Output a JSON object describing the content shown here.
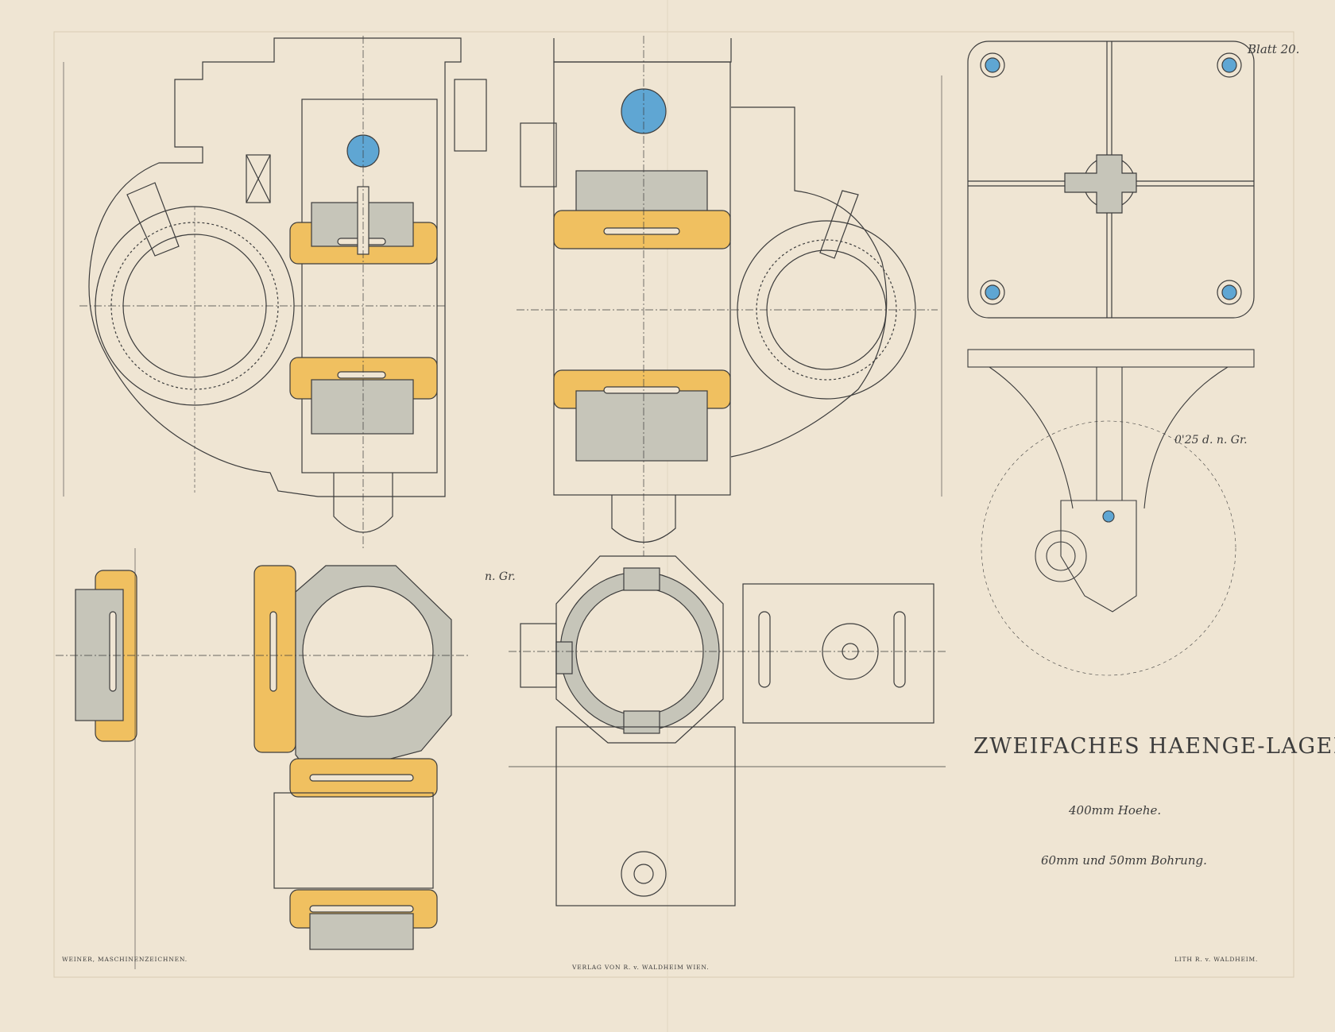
{
  "sheet": {
    "plate_number": "Blatt 20.",
    "title": "ZWEIFACHES HAENGE-LAGER.",
    "height_note": "400mm Hoehe.",
    "bore_note": "60mm und 50mm Bohrung.",
    "scale_small": "0'25 d. n. Gr.",
    "scale_full": "n. Gr.",
    "footer_left": "WEINER, MASCHINENZEICHNEN.",
    "footer_center": "VERLAG VON R. v. WALDHEIM WIEN.",
    "footer_right": "LITH R. v. WALDHEIM."
  },
  "colors": {
    "paper": "#efe5d3",
    "ink": "#3c3c3c",
    "bronze_bushing": "#f0c060",
    "cast_section": "#c6c5b9",
    "shaft_section": "#5fa6d3"
  }
}
